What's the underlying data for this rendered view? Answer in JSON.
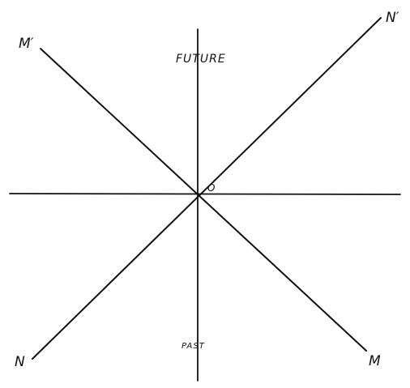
{
  "labels": {
    "future": "FUTURE",
    "past": "PAST",
    "origin": "O",
    "m_prime": "M′",
    "n_prime": "N′",
    "n": "N",
    "m": "M"
  },
  "colors": {
    "ink": "#111111",
    "background": "#ffffff"
  }
}
